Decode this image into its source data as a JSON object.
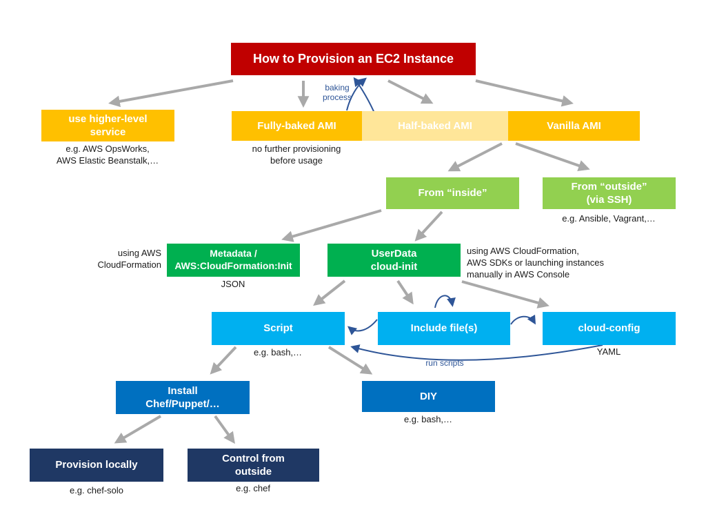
{
  "diagram": {
    "title": "How to Provision an EC2 Instance",
    "colors": {
      "red": "#C00000",
      "orange": "#FFC000",
      "light_orange": "#FFE699",
      "light_green": "#92D050",
      "dark_green": "#00B050",
      "cyan": "#00B0F0",
      "blue": "#0070C0",
      "navy": "#1F3864",
      "arrow_gray": "#A9A9A9",
      "arrow_blue": "#2E5597"
    },
    "nodes": {
      "higher_level": {
        "label": "use higher-level\nservice",
        "note": "e.g. AWS OpsWorks,\nAWS Elastic Beanstalk,…"
      },
      "fully_baked": {
        "label": "Fully-baked AMI",
        "note": "no further provisioning\nbefore usage"
      },
      "half_baked": {
        "label": "Half-baked AMI"
      },
      "vanilla": {
        "label": "Vanilla AMI"
      },
      "from_inside": {
        "label": "From “inside”"
      },
      "from_outside": {
        "label": "From “outside”\n(via SSH)",
        "note": "e.g. Ansible, Vagrant,…"
      },
      "metadata": {
        "label": "Metadata /\nAWS:CloudFormation:Init",
        "side_note": "using AWS\nCloudFormation",
        "note": "JSON"
      },
      "userdata": {
        "label": "UserData\ncloud-init",
        "side_note": "using AWS CloudFormation,\nAWS SDKs or launching instances\nmanually in AWS Console"
      },
      "script": {
        "label": "Script",
        "note": "e.g. bash,…"
      },
      "include_files": {
        "label": "Include file(s)"
      },
      "cloud_config": {
        "label": "cloud-config",
        "note": "YAML"
      },
      "install_cm": {
        "label": "Install\nChef/Puppet/…"
      },
      "diy": {
        "label": "DIY",
        "note": "e.g. bash,…"
      },
      "provision_locally": {
        "label": "Provision locally",
        "note": "e.g. chef-solo"
      },
      "control_outside": {
        "label": "Control from\noutside",
        "note": "e.g. chef"
      }
    },
    "edge_labels": {
      "baking": "baking\nprocess",
      "run_scripts": "run scripts"
    }
  }
}
